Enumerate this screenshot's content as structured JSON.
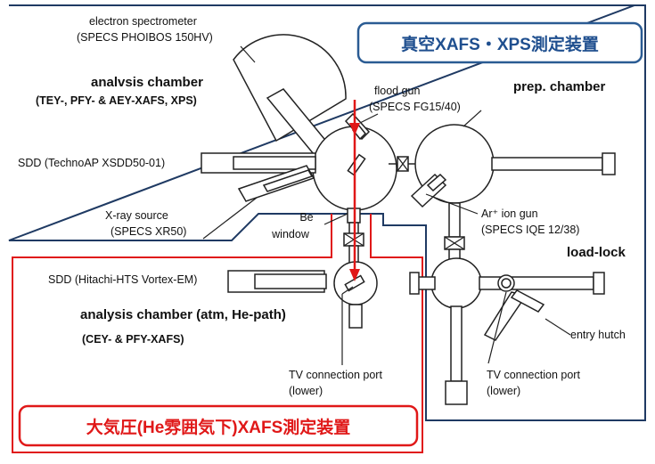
{
  "titles": {
    "vacuum": "真空XAFS・XPS測定装置",
    "atmosphere": "大気圧(He雰囲気下)XAFS測定装置"
  },
  "labels": {
    "spectrometer_l1": "electron spectrometer",
    "spectrometer_l2": "(SPECS PHOIBOS 150HV)",
    "analysis_chamber": "analvsis chamber",
    "analysis_methods": "(TEY-, PFY- & AEY-XAFS, XPS)",
    "sdd_top": "SDD (TechnoAP XSDD50-01)",
    "xray_l1": "X-ray source",
    "xray_l2": "(SPECS XR50)",
    "flood_l1": "flood gun",
    "flood_l2": "(SPECS FG15/40)",
    "prep_chamber": "prep. chamber",
    "be_l1": "Be",
    "be_l2": "window",
    "ar_l1": "Ar⁺ ion gun",
    "ar_l2": "(SPECS IQE 12/38)",
    "load_lock": "load-lock",
    "sdd_bottom": "SDD (Hitachi-HTS Vortex-EM)",
    "atm_chamber": "analysis chamber (atm, He-path)",
    "atm_methods": "(CEY- & PFY-XAFS)",
    "tv_left_l1": "TV connection port",
    "tv_left_l2": "(lower)",
    "tv_right_l1": "TV connection port",
    "tv_right_l2": "(lower)",
    "entry_hutch": "entry hutch"
  },
  "colors": {
    "vacuum_border": "#1f3a63",
    "vacuum_title_border": "#2a5b93",
    "atm_border": "#e01818",
    "beam": "#e01818"
  }
}
